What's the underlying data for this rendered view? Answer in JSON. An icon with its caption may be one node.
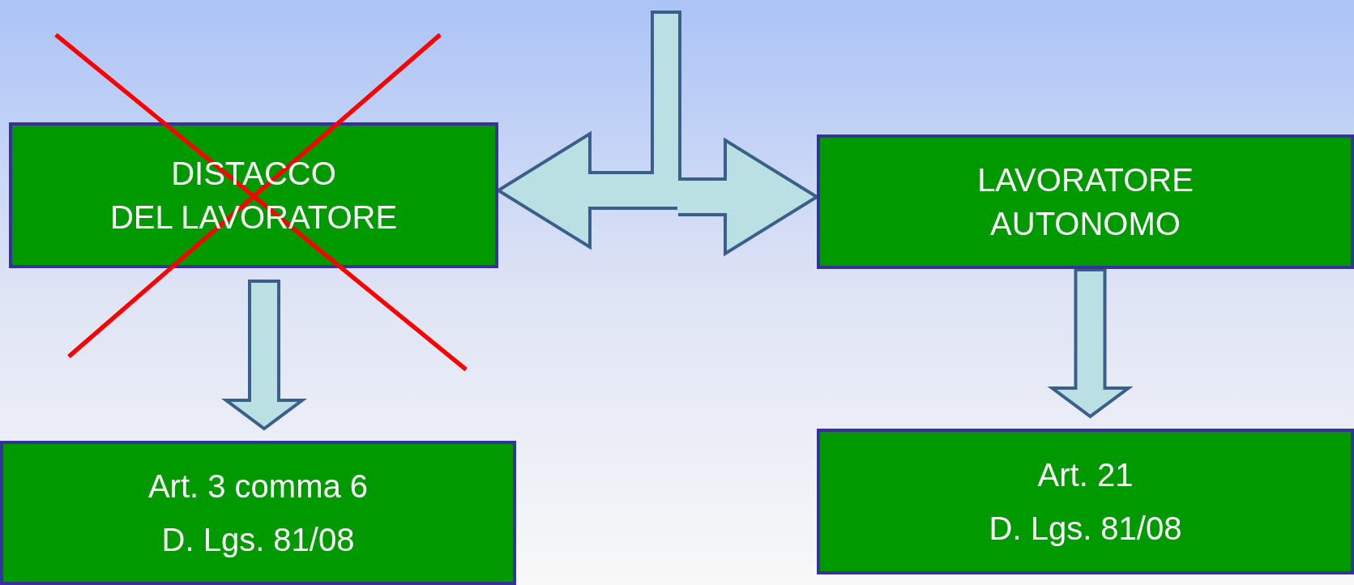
{
  "diagram": {
    "nodes": [
      {
        "text": [
          "DISTACCO",
          "DEL LAVORATORE"
        ]
      },
      {
        "text": [
          "LAVORATORE",
          "AUTONOMO"
        ]
      },
      {
        "text": [
          "Art. 3 comma 6",
          "D. Lgs. 81/08"
        ]
      },
      {
        "text": [
          "Art. 21",
          "D. Lgs. 81/08"
        ]
      }
    ],
    "edges": [
      {
        "from": null,
        "to": 0,
        "arrow": "to"
      },
      {
        "from": null,
        "to": 1,
        "arrow": "to"
      },
      {
        "from": 0,
        "to": 2,
        "arrow": "to"
      },
      {
        "from": 1,
        "to": 3,
        "arrow": "to"
      }
    ]
  }
}
